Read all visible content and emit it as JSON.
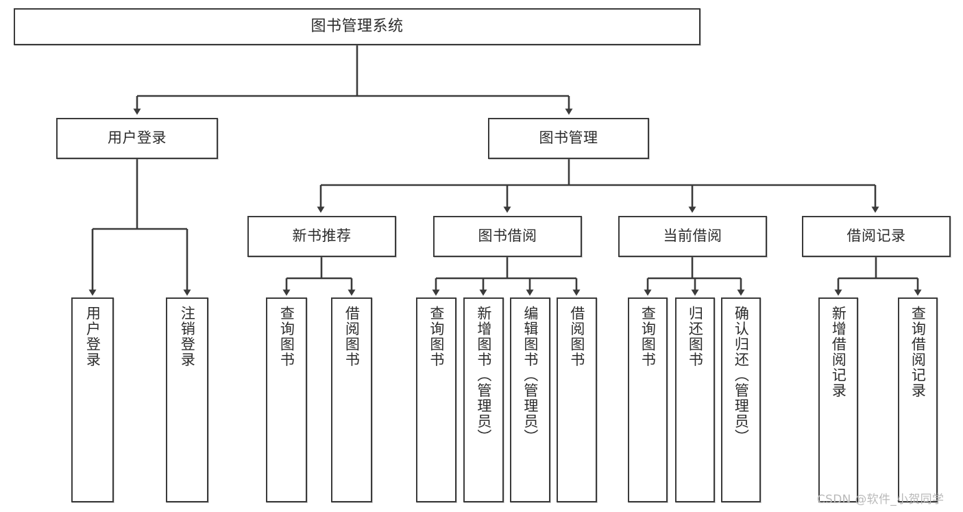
{
  "diagram": {
    "title": "图书管理系统",
    "type": "functional-decomposition-tree",
    "watermark": "CSDN @软件_小贺同学",
    "colors": {
      "box_border": "#3a3a3a",
      "box_fill": "#ffffff",
      "text": "#2b2b2b",
      "edge": "#3a3a3a",
      "watermark": "#b9b9b9",
      "background": "#ffffff"
    },
    "levels": {
      "root": {
        "label": "图书管理系统"
      },
      "level2": [
        {
          "id": "user-login",
          "label": "用户登录"
        },
        {
          "id": "book-management",
          "label": "图书管理"
        }
      ],
      "level3": [
        {
          "id": "new-book-recommend",
          "label": "新书推荐",
          "parent": "book-management"
        },
        {
          "id": "book-borrow",
          "label": "图书借阅",
          "parent": "book-management"
        },
        {
          "id": "current-borrow",
          "label": "当前借阅",
          "parent": "book-management"
        },
        {
          "id": "borrow-record",
          "label": "借阅记录",
          "parent": "book-management"
        }
      ],
      "leaves": [
        {
          "id": "leaf-user-login",
          "label": "用户登录",
          "parent": "user-login"
        },
        {
          "id": "leaf-logout-login",
          "label": "注销登录",
          "parent": "user-login"
        },
        {
          "id": "leaf-query-book-1",
          "label": "查询图书",
          "parent": "new-book-recommend"
        },
        {
          "id": "leaf-borrow-book-1",
          "label": "借阅图书",
          "parent": "new-book-recommend"
        },
        {
          "id": "leaf-query-book-2",
          "label": "查询图书",
          "parent": "book-borrow"
        },
        {
          "id": "leaf-add-book",
          "label": "新增图书（管理员）",
          "parent": "book-borrow"
        },
        {
          "id": "leaf-edit-book",
          "label": "编辑图书（管理员）",
          "parent": "book-borrow"
        },
        {
          "id": "leaf-borrow-book-2",
          "label": "借阅图书",
          "parent": "book-borrow"
        },
        {
          "id": "leaf-query-book-3",
          "label": "查询图书",
          "parent": "current-borrow"
        },
        {
          "id": "leaf-return-book",
          "label": "归还图书",
          "parent": "current-borrow"
        },
        {
          "id": "leaf-confirm-return",
          "label": "确认归还（管理员）",
          "parent": "current-borrow"
        },
        {
          "id": "leaf-add-record",
          "label": "新增借阅记录",
          "parent": "borrow-record"
        },
        {
          "id": "leaf-query-record",
          "label": "查询借阅记录",
          "parent": "borrow-record"
        }
      ]
    }
  }
}
